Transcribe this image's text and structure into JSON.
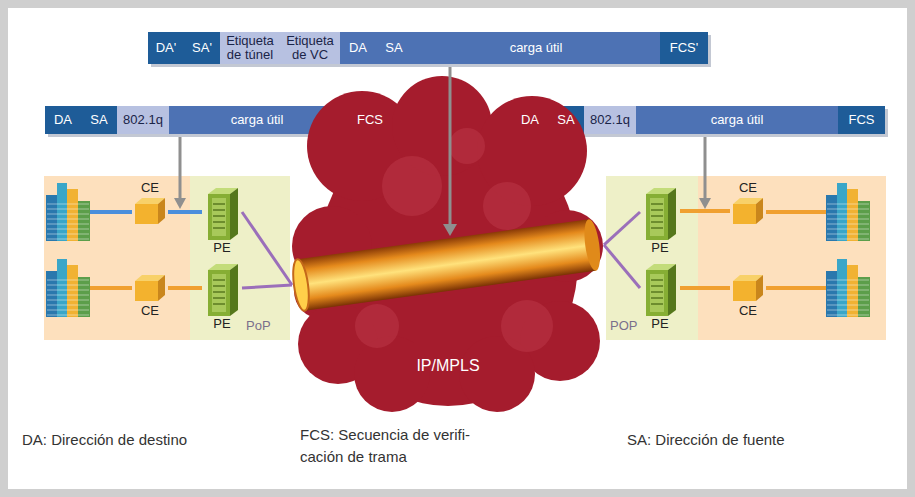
{
  "diagram": {
    "nodes": [
      {
        "text": [
          "DA'"
        ]
      },
      {
        "text": [
          "SA'"
        ]
      },
      {
        "text": [
          "Etiqueta de túnel"
        ]
      },
      {
        "text": [
          "Etiqueta de VC"
        ]
      },
      {
        "text": [
          "DA"
        ]
      },
      {
        "text": [
          "SA"
        ]
      },
      {
        "text": [
          "carga útil"
        ]
      },
      {
        "text": [
          "FCS'"
        ]
      },
      {
        "text": [
          "DA"
        ]
      },
      {
        "text": [
          "SA"
        ]
      },
      {
        "text": [
          "802.1q"
        ]
      },
      {
        "text": [
          "carga útil"
        ]
      },
      {
        "text": [
          "FCS"
        ]
      },
      {
        "text": [
          "DA"
        ]
      },
      {
        "text": [
          "SA"
        ]
      },
      {
        "text": [
          "802.1q"
        ]
      },
      {
        "text": [
          "carga útil"
        ]
      },
      {
        "text": [
          "FCS"
        ]
      },
      {
        "text": [
          "CE"
        ]
      },
      {
        "text": [
          "CE"
        ]
      },
      {
        "text": [
          "PoP"
        ]
      },
      {
        "text": [
          "PE"
        ],
        "in": 20
      },
      {
        "text": [
          "PE"
        ],
        "in": 20
      },
      {
        "text": [
          "IP/MPLS"
        ]
      },
      {
        "text": [
          "POP"
        ]
      },
      {
        "text": [
          "PE"
        ],
        "in": 24
      },
      {
        "text": [
          "PE"
        ],
        "in": 24
      },
      {
        "text": [
          "CE"
        ]
      },
      {
        "text": [
          "CE"
        ]
      }
    ],
    "edges": [
      {
        "from": 18,
        "to": 21,
        "arrow": "none"
      },
      {
        "from": 19,
        "to": 22,
        "arrow": "none"
      },
      {
        "from": 21,
        "to": 23,
        "arrow": "none"
      },
      {
        "from": 22,
        "to": 23,
        "arrow": "none"
      },
      {
        "from": 23,
        "to": 25,
        "arrow": "none"
      },
      {
        "from": 23,
        "to": 26,
        "arrow": "none"
      },
      {
        "from": 25,
        "to": 27,
        "arrow": "none"
      },
      {
        "from": 26,
        "to": 28,
        "arrow": "none"
      }
    ],
    "labels": [
      "DA: Dirección de destino",
      "FCS: Secuencia de verifi- cación de trama",
      "SA: Dirección de fuente"
    ]
  }
}
